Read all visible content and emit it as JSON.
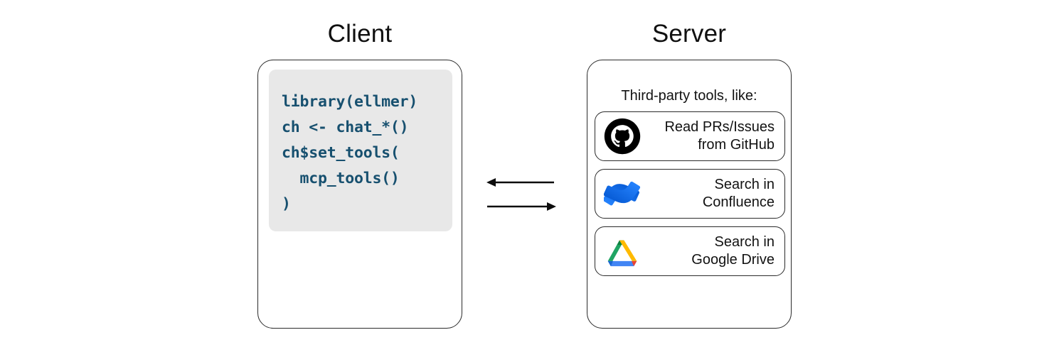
{
  "diagram": {
    "client": {
      "title": "Client",
      "code_lines": [
        "library(ellmer)",
        "ch <- chat_*()",
        "ch$set_tools(",
        "  mcp_tools()",
        ")"
      ],
      "code_color": "#17506f",
      "code_background": "#e8e8e8"
    },
    "server": {
      "title": "Server",
      "caption": "Third-party tools, like:",
      "tools": [
        {
          "icon": "github-icon",
          "label": "Read PRs/Issues\nfrom GitHub",
          "icon_color": "#000000"
        },
        {
          "icon": "confluence-icon",
          "label": "Search in\nConfluence",
          "icon_color": "#2684FF"
        },
        {
          "icon": "google-drive-icon",
          "label": "Search in\nGoogle Drive",
          "icon_color": "#1FA463"
        }
      ]
    },
    "connectors": [
      {
        "name": "arrow-server-to-client",
        "direction": "left"
      },
      {
        "name": "arrow-client-to-server",
        "direction": "right"
      }
    ],
    "colors": {
      "stroke": "#2b2b2b",
      "text": "#121212",
      "background": "#ffffff"
    }
  }
}
